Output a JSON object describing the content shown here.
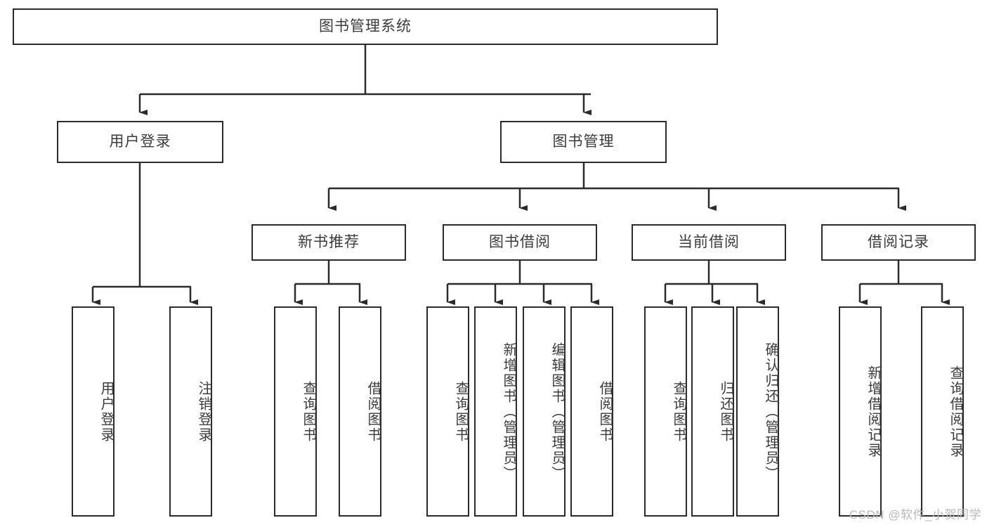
{
  "diagram": {
    "title": "图书管理系统",
    "type": "tree",
    "colors": {
      "box_border": "#2b2b2b",
      "box_fill": "#ffffff",
      "text": "#3b3b3b",
      "connector": "#2b2b2b",
      "watermark": "#b9b9b9"
    },
    "root": {
      "label": "图书管理系统"
    },
    "level2": [
      {
        "id": "user-login",
        "label": "用户登录"
      },
      {
        "id": "book-manage",
        "label": "图书管理"
      }
    ],
    "level3": [
      {
        "id": "new-book-recommend",
        "label": "新书推荐"
      },
      {
        "id": "book-borrow",
        "label": "图书借阅"
      },
      {
        "id": "current-borrow",
        "label": "当前借阅"
      },
      {
        "id": "borrow-record",
        "label": "借阅记录"
      }
    ],
    "leaves": {
      "user_login": [
        {
          "id": "leaf-user-login",
          "label": "用户登录"
        },
        {
          "id": "leaf-logout",
          "label": "注销登录"
        }
      ],
      "new_book_recommend": [
        {
          "id": "leaf-query-book-1",
          "label": "查询图书"
        },
        {
          "id": "leaf-borrow-book-1",
          "label": "借阅图书"
        }
      ],
      "book_borrow": [
        {
          "id": "leaf-query-book-2",
          "label": "查询图书"
        },
        {
          "id": "leaf-add-book",
          "label": "新增图书（管理员）"
        },
        {
          "id": "leaf-edit-book",
          "label": "编辑图书（管理员）"
        },
        {
          "id": "leaf-borrow-book-2",
          "label": "借阅图书"
        }
      ],
      "current_borrow": [
        {
          "id": "leaf-query-book-3",
          "label": "查询图书"
        },
        {
          "id": "leaf-return-book",
          "label": "归还图书"
        },
        {
          "id": "leaf-confirm-return",
          "label": "确认归还（管理员）"
        }
      ],
      "borrow_record": [
        {
          "id": "leaf-add-record",
          "label": "新增借阅记录"
        },
        {
          "id": "leaf-query-record",
          "label": "查询借阅记录"
        }
      ]
    }
  },
  "watermark": {
    "text": "CSDN @软件_小贺同学"
  }
}
